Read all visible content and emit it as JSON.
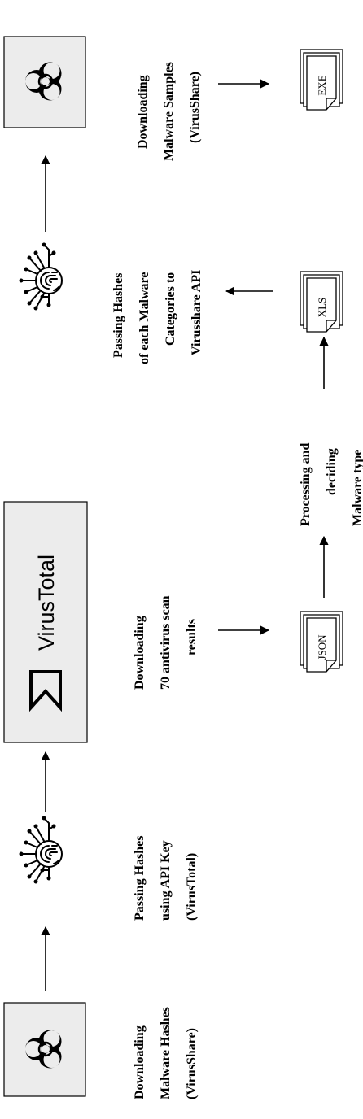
{
  "steps": {
    "download_hashes": [
      "Downloading",
      "Malware Hashes",
      "(VirusShare)"
    ],
    "passing_hashes_vt": [
      "Passing Hashes",
      "using API Key",
      "(VirusTotal)"
    ],
    "download_scans": [
      "Downloading",
      "70 antivirus  scan",
      "results"
    ],
    "processing": [
      "Processing and",
      "deciding",
      "Malware type"
    ],
    "passing_hashes_vs": [
      "Passing Hashes",
      "of each Malware",
      "Categories to",
      "Virusshare API"
    ],
    "download_samples": [
      "Downloading",
      "Malware Samples",
      "(VirusShare)"
    ]
  },
  "files": {
    "json": "JSON",
    "xls": "XLS",
    "exe": "EXE"
  },
  "virustotal": {
    "logo_text": "VirusTotal"
  },
  "icons": [
    "biohazard-icon",
    "fingerprint-key-icon",
    "virustotal-logo",
    "document-icon",
    "arrow"
  ]
}
